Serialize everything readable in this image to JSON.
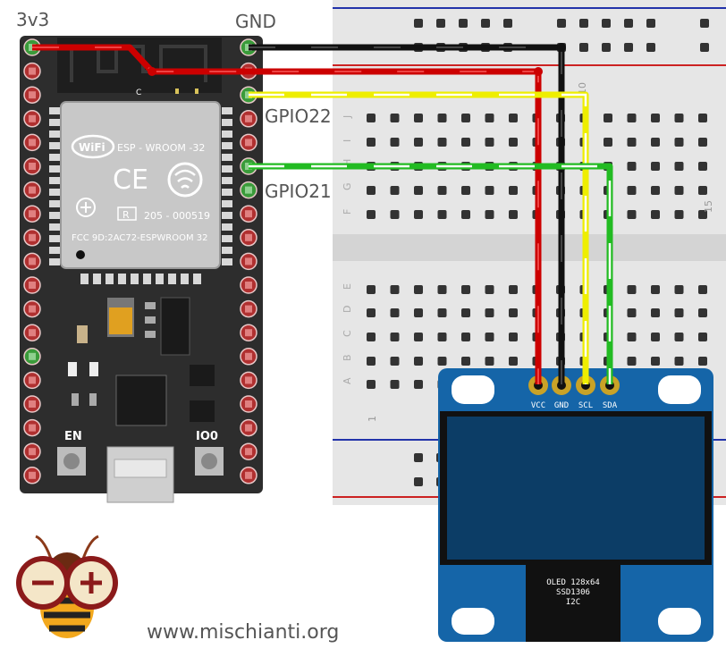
{
  "labels": {
    "pin_3v3": "3v3",
    "pin_gnd": "GND",
    "pin_gpio22": "GPIO22",
    "pin_gpio21": "GPIO21",
    "website": "www.mischianti.org"
  },
  "esp32": {
    "antenna_marker": "C",
    "wifi_logo": "WiFi",
    "model": "ESP - WROOM -32",
    "ce_mark": "CE",
    "registered_mark": "R",
    "cert_number": "205 - 000519",
    "fcc_id": "FCC 9D:2AC72-ESPWROOM 32",
    "btn_en": "EN",
    "btn_io0": "IO0"
  },
  "breadboard": {
    "row_letters_top": [
      "J",
      "I",
      "H",
      "G",
      "F"
    ],
    "row_letters_bottom": [
      "E",
      "D",
      "C",
      "B",
      "A"
    ],
    "col_top_10": "10",
    "col_bottom_1": "1",
    "col_bottom_15": "15"
  },
  "oled": {
    "pins": [
      "VCC",
      "GND",
      "SCL",
      "SDA"
    ],
    "chip_line1": "OLED 128x64",
    "chip_line2": "SSD1306",
    "chip_line3": "I2C"
  },
  "colors": {
    "wire_vcc": "#cc0000",
    "wire_gnd": "#111111",
    "wire_scl": "#eeee00",
    "wire_sda": "#22bb22",
    "board": "#2d2d2d",
    "oled_pcb": "#1565a8",
    "oled_screen": "#0c3d66"
  }
}
